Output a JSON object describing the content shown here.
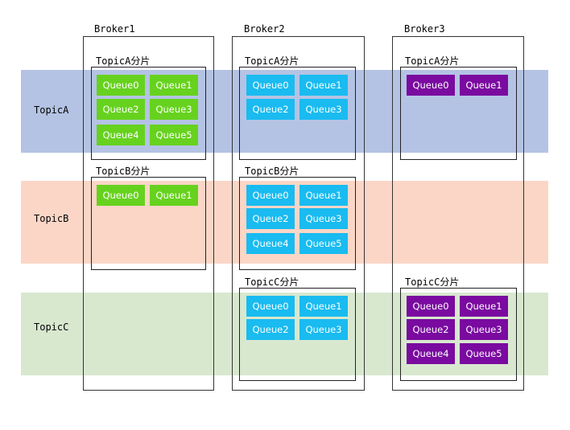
{
  "colors": {
    "topicA_band": "#b4c3e4",
    "topicB_band": "#fbd6c6",
    "topicC_band": "#d8e8cf",
    "queue_green": "#66d21e",
    "queue_cyan": "#19bbf0",
    "queue_purple": "#7a0aa0"
  },
  "topics": [
    {
      "label": "TopicA"
    },
    {
      "label": "TopicB"
    },
    {
      "label": "TopicC"
    }
  ],
  "brokers": [
    {
      "name": "Broker1",
      "partitions": [
        {
          "title": "TopicA分片",
          "queues": [
            "Queue0",
            "Queue1",
            "Queue2",
            "Queue3",
            "Queue4",
            "Queue5"
          ]
        },
        {
          "title": "TopicB分片",
          "queues": [
            "Queue0",
            "Queue1"
          ]
        }
      ]
    },
    {
      "name": "Broker2",
      "partitions": [
        {
          "title": "TopicA分片",
          "queues": [
            "Queue0",
            "Queue1",
            "Queue2",
            "Queue3"
          ]
        },
        {
          "title": "TopicB分片",
          "queues": [
            "Queue0",
            "Queue1",
            "Queue2",
            "Queue3",
            "Queue4",
            "Queue5"
          ]
        },
        {
          "title": "TopicC分片",
          "queues": [
            "Queue0",
            "Queue1",
            "Queue2",
            "Queue3"
          ]
        }
      ]
    },
    {
      "name": "Broker3",
      "partitions": [
        {
          "title": "TopicA分片",
          "queues": [
            "Queue0",
            "Queue1"
          ]
        },
        {
          "title": "TopicC分片",
          "queues": [
            "Queue0",
            "Queue1",
            "Queue2",
            "Queue3",
            "Queue4",
            "Queue5"
          ]
        }
      ]
    }
  ]
}
